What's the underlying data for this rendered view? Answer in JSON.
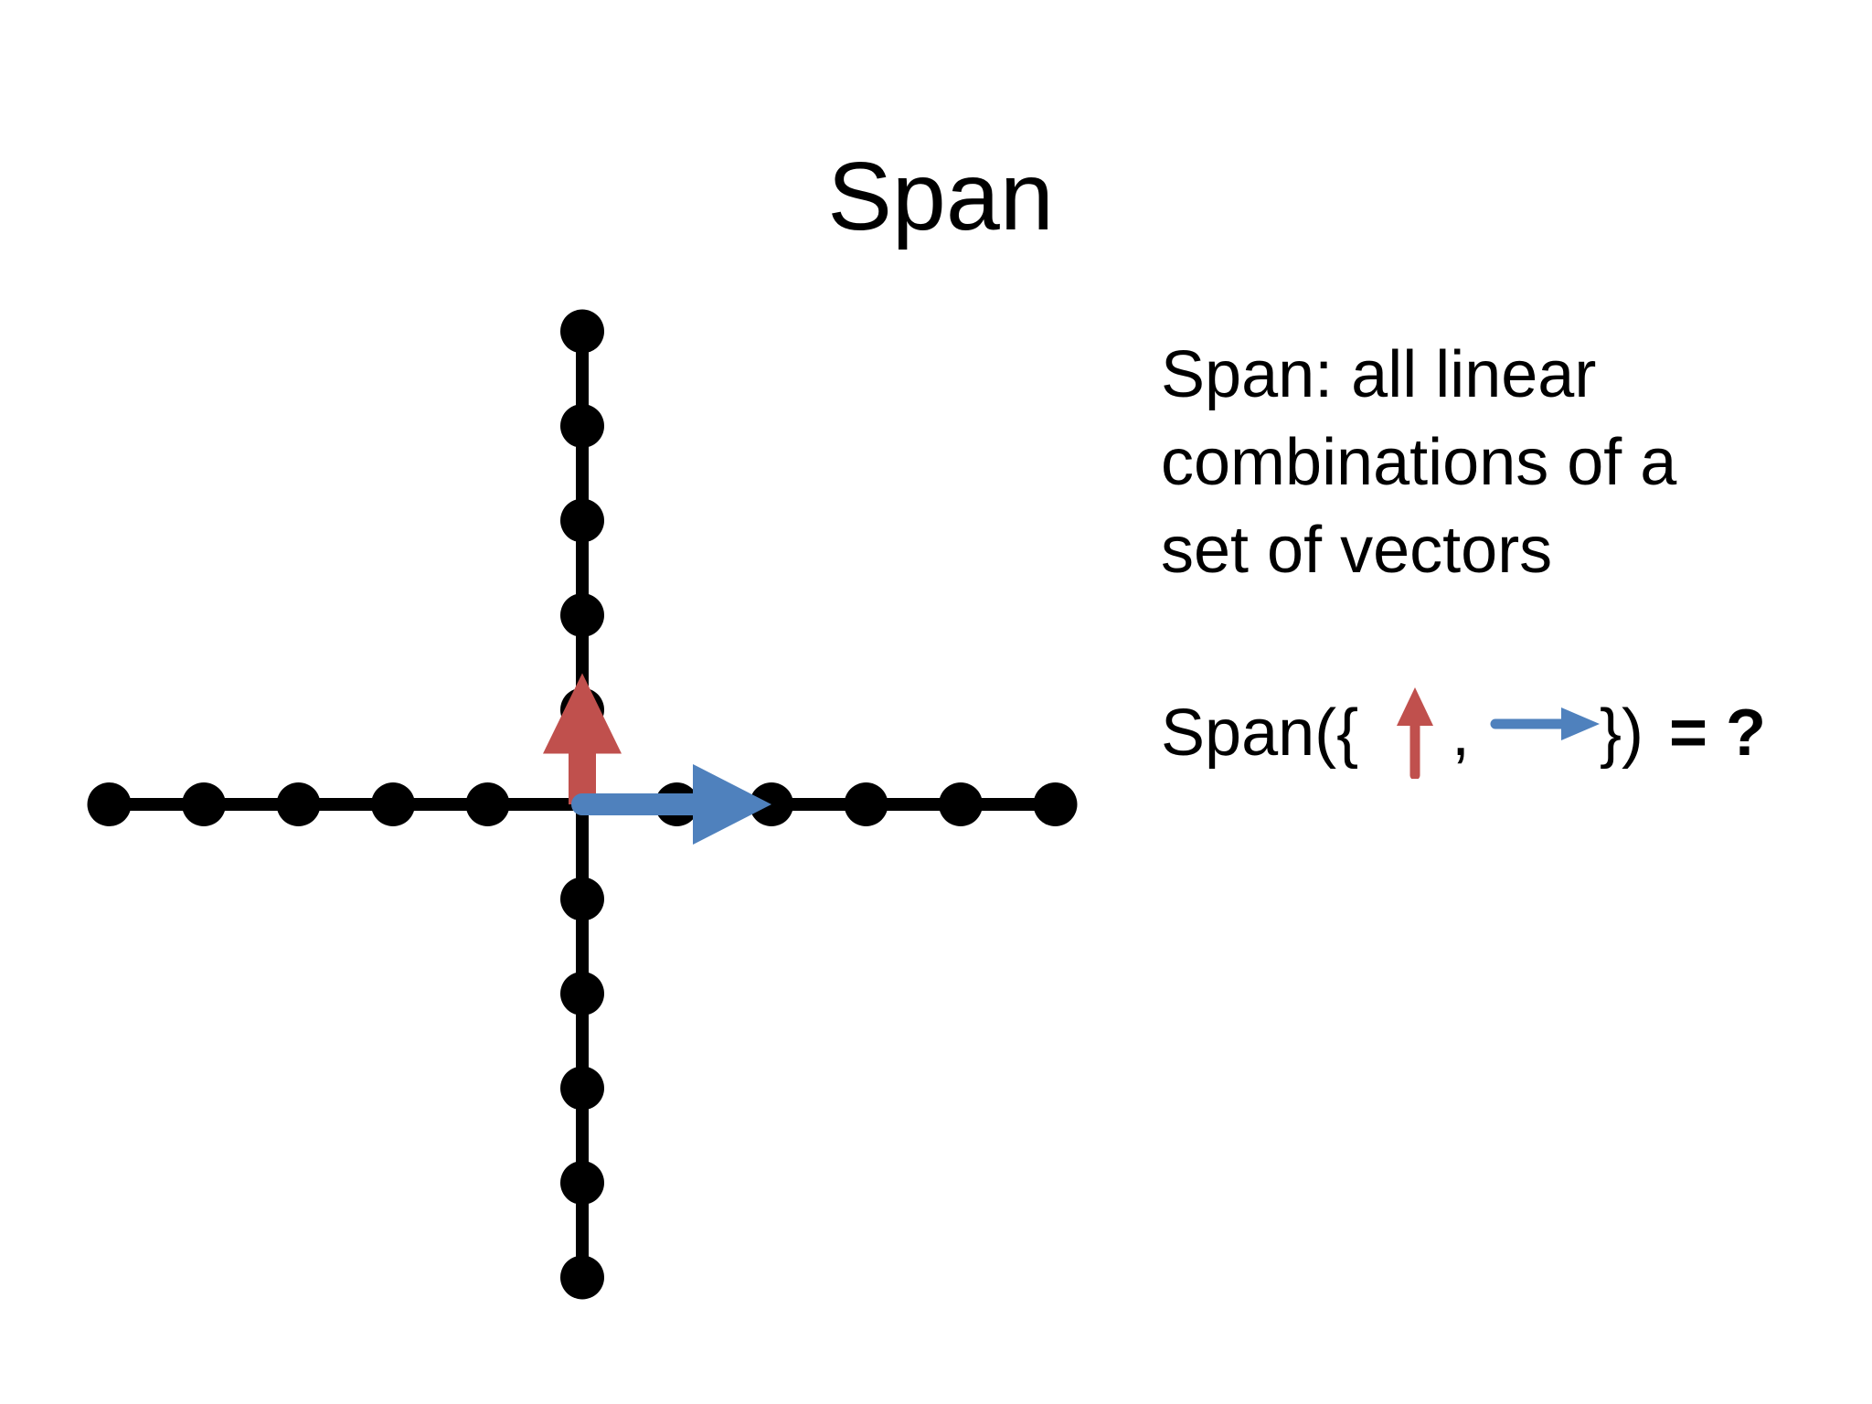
{
  "title": "Span",
  "definition": {
    "lines": [
      "Span: all linear",
      "combinations of a",
      "set of vectors"
    ]
  },
  "question": {
    "open": "Span({",
    "comma": ",",
    "close": "})",
    "equals": "= ?"
  },
  "vectors": {
    "up": {
      "name": "up-vector",
      "color": "#C0504D",
      "length_units": 1,
      "direction": "up"
    },
    "right": {
      "name": "right-vector",
      "color": "#4F81BD",
      "length_units": 2,
      "direction": "right"
    }
  },
  "colors": {
    "axis": "#000000",
    "background": "#FFFFFF",
    "red_vector": "#C0504D",
    "blue_vector": "#4F81BD"
  },
  "grid_points": {
    "horizontal_units": [
      -5,
      -4,
      -3,
      -2,
      -1,
      1,
      2,
      3,
      4,
      5
    ],
    "vertical_units": [
      5,
      4,
      3,
      2,
      1,
      -1,
      -2,
      -3,
      -4,
      -5
    ]
  }
}
